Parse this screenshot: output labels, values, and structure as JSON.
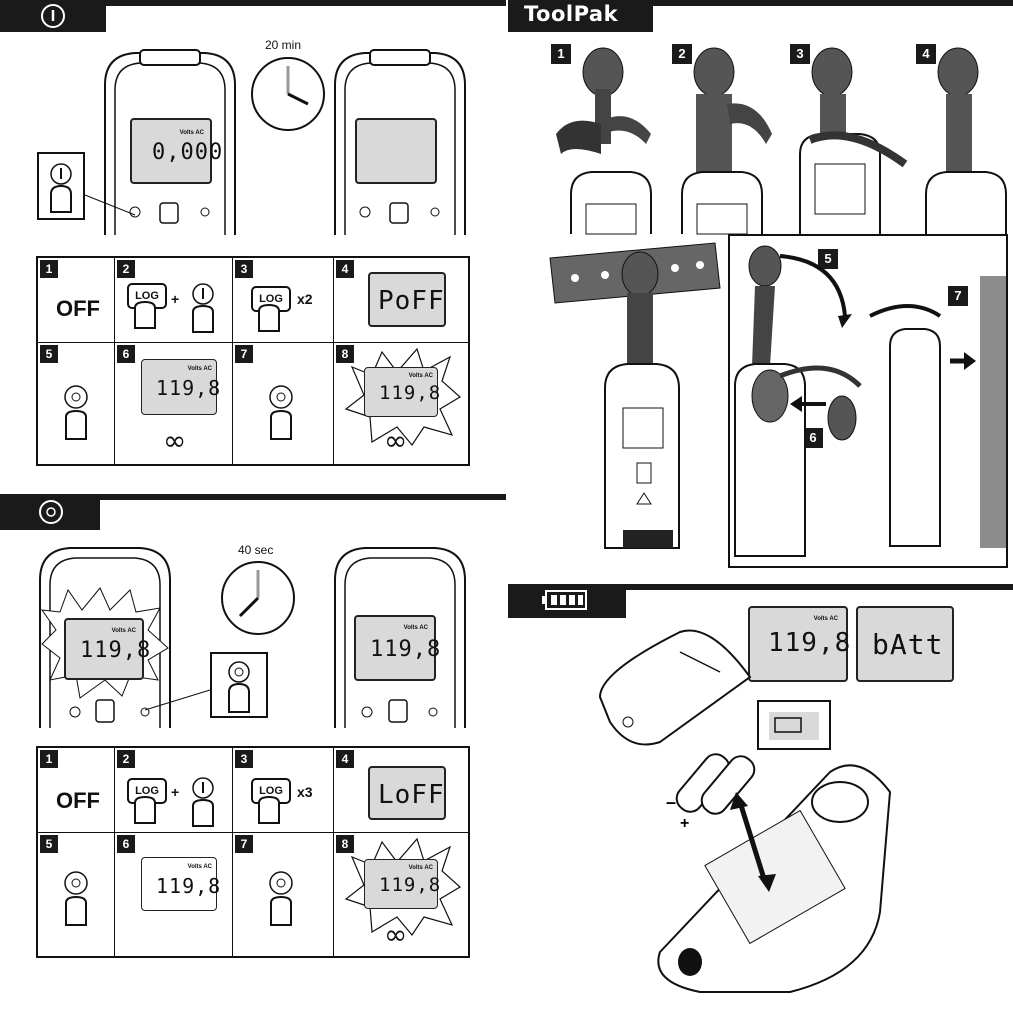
{
  "sections": {
    "power": {
      "icon": "power-icon"
    },
    "backlight": {
      "icon": "backlight-icon"
    },
    "toolpak": {
      "title": "ToolPak"
    },
    "battery": {
      "icon": "battery-icon"
    }
  },
  "power_section": {
    "timer_label": "20 min",
    "display_reading": "0,000",
    "steps": [
      {
        "number": "1",
        "text": "OFF"
      },
      {
        "number": "2",
        "key": "LOG",
        "plus": "+"
      },
      {
        "number": "3",
        "key": "LOG",
        "times": "x2"
      },
      {
        "number": "4",
        "display": "PoFF"
      },
      {
        "number": "5"
      },
      {
        "number": "6",
        "reading": "119,8",
        "unit": "Volts AC",
        "symbol": "∞"
      },
      {
        "number": "7"
      },
      {
        "number": "8",
        "reading": "119,8",
        "unit": "Volts AC",
        "symbol": "∞"
      }
    ]
  },
  "backlight_section": {
    "timer_label": "40 sec",
    "display_reading": "119,8",
    "unit": "Volts AC",
    "steps": [
      {
        "number": "1",
        "text": "OFF"
      },
      {
        "number": "2",
        "key": "LOG",
        "plus": "+"
      },
      {
        "number": "3",
        "key": "LOG",
        "times": "x3"
      },
      {
        "number": "4",
        "display": "LoFF"
      },
      {
        "number": "5"
      },
      {
        "number": "6",
        "reading": "119,8",
        "unit": "Volts AC"
      },
      {
        "number": "7"
      },
      {
        "number": "8",
        "reading": "119,8",
        "unit": "Volts AC",
        "symbol": "∞"
      }
    ]
  },
  "toolpak_section": {
    "steps": [
      "1",
      "2",
      "3",
      "4",
      "5",
      "6",
      "7"
    ]
  },
  "battery_section": {
    "reading": "119,8",
    "unit": "Volts AC",
    "message": "bAtt",
    "minus": "–",
    "plus": "+"
  },
  "colors": {
    "ink": "#1a1a1a",
    "lcd": "#d9d9d9",
    "wall": "#8c8c8c"
  }
}
